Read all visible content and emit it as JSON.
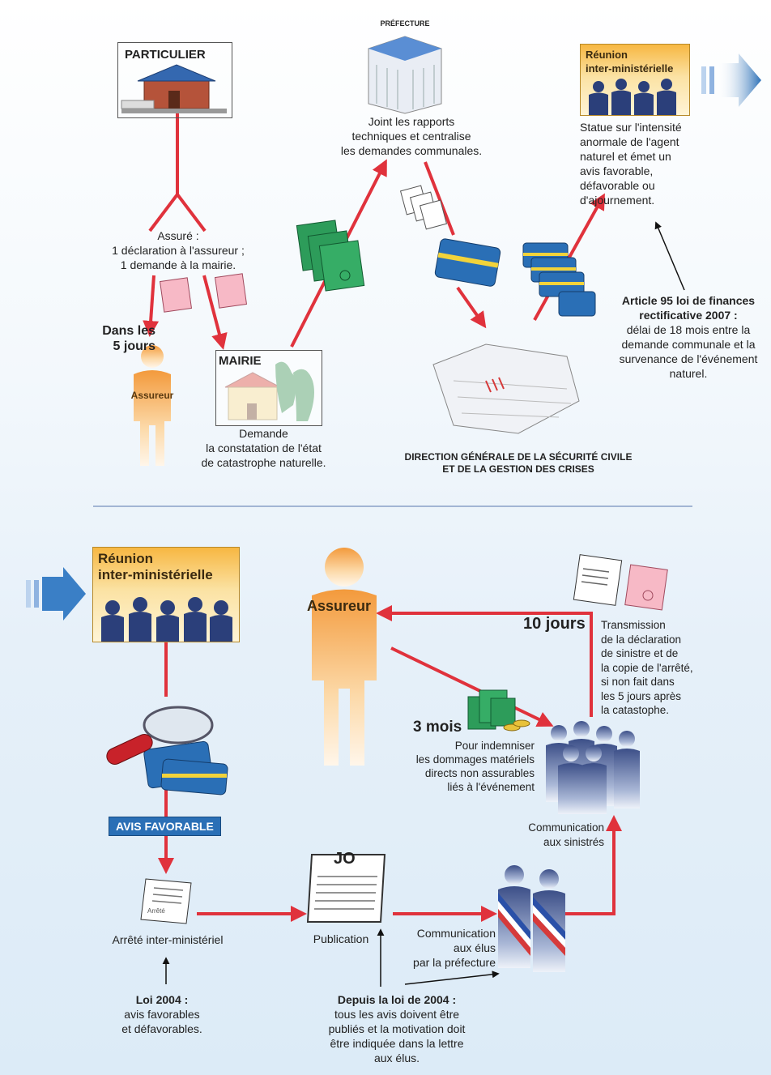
{
  "top": {
    "particulier": "PARTICULIER",
    "prefecture_label": "PRÉFECTURE",
    "prefecture_text": [
      "Joint les rapports",
      "techniques et centralise",
      "les demandes communales."
    ],
    "reunion_title": [
      "Réunion",
      "inter-ministérielle"
    ],
    "reunion_text": [
      "Statue sur l'intensité",
      "anormale de l'agent",
      "naturel et émet un",
      "avis favorable,",
      "défavorable ou",
      "d'ajournement."
    ],
    "assure_text": [
      "Assuré :",
      "1 déclaration à l'assureur ;",
      "1 demande à la mairie."
    ],
    "dans_les": [
      "Dans les",
      "5 jours"
    ],
    "assureur": "Assureur",
    "mairie": "MAIRIE",
    "mairie_text": [
      "Demande",
      "la constatation de l'état",
      "de catastrophe naturelle."
    ],
    "dgscgc": [
      "DIRECTION GÉNÉRALE DE LA SÉCURITÉ CIVILE",
      "ET DE LA GESTION DES CRISES"
    ],
    "article_title": [
      "Article 95 loi de finances",
      "rectificative 2007 :"
    ],
    "article_text": [
      "délai de 18 mois entre la",
      "demande communale et la",
      "survenance de l'événement",
      "naturel."
    ]
  },
  "bottom": {
    "reunion_title": [
      "Réunion",
      "inter-ministérielle"
    ],
    "assureur": "Assureur",
    "dix_jours": "10 jours",
    "transmission": [
      "Transmission",
      "de la déclaration",
      "de sinistre et de",
      "la copie de l'arrêté,",
      "si non fait dans",
      "les 5 jours après",
      "la catastophe."
    ],
    "trois_mois": "3 mois",
    "indemniser": [
      "Pour indemniser",
      "les dommages matériels",
      "directs non assurables",
      "liés à l'événement"
    ],
    "communication_sinistres": [
      "Communication",
      "aux sinistrés"
    ],
    "avis_favorable": "AVIS FAVORABLE",
    "arrete_small": "Arrêté",
    "arrete": "Arrêté inter-ministériel",
    "jo": "JO",
    "publication": "Publication",
    "communication_elus": [
      "Communication",
      "aux élus",
      "par la préfecture"
    ],
    "loi2004_title": "Loi 2004 :",
    "loi2004_text": [
      "avis favorables",
      "et défavorables."
    ],
    "depuis_title": "Depuis la loi de 2004 :",
    "depuis_text": [
      "tous les avis doivent être",
      "publiés et la motivation doit",
      "être indiquée dans la lettre",
      "aux élus."
    ]
  },
  "colors": {
    "arrow": "#e0323c",
    "blue": "#2a6fb6",
    "green": "#1f8a4c",
    "orange": "#f5a84a"
  }
}
